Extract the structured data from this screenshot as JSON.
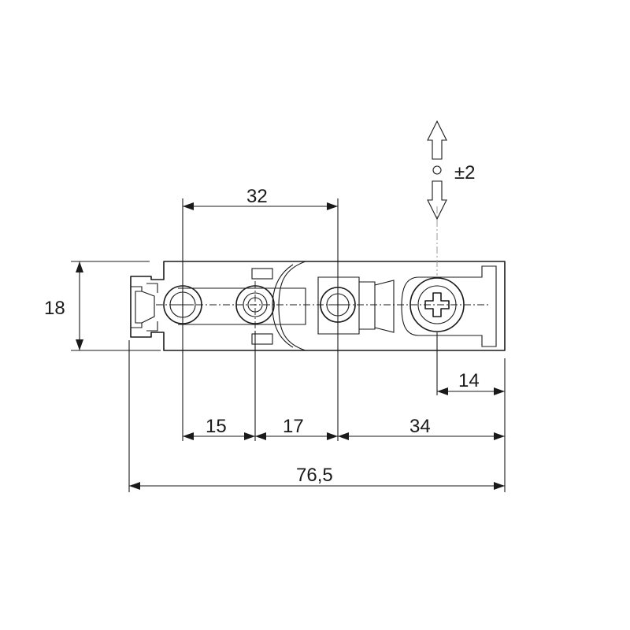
{
  "drawing": {
    "adjustment": {
      "label": "±2"
    },
    "dimensions": {
      "height": "18",
      "spacing_top": "32",
      "seg_1": "15",
      "seg_2": "17",
      "seg_3": "34",
      "end_offset": "14",
      "overall": "76,5"
    }
  }
}
